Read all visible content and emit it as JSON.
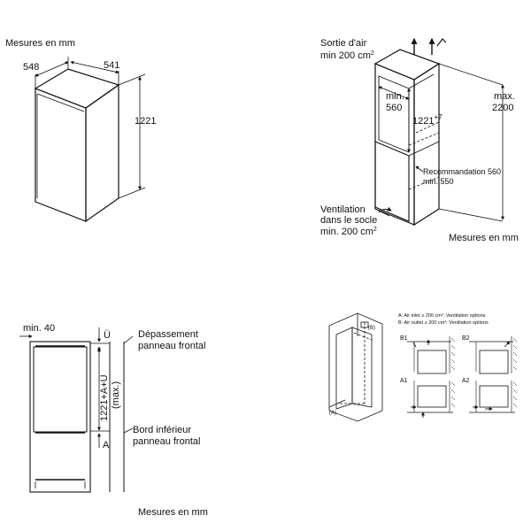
{
  "panel1": {
    "caption": "Mesures en mm",
    "width": "548",
    "depth": "541",
    "height": "1221"
  },
  "panel2": {
    "air_out_1": "Sortie d'air",
    "air_out_2": "min 200 cm",
    "air_out_sup": "2",
    "niche_min_1": "min.",
    "niche_min_2": "560",
    "niche_h": "1221",
    "niche_h_sup": "+7",
    "max_1": "max.",
    "max_2": "2200",
    "reco_1": "Recommandation 560",
    "reco_2": "min. 550",
    "vent_1": "Ventilation",
    "vent_2": "dans le socle",
    "vent_3": "min. 200 cm",
    "vent_sup": "2",
    "caption": "Mesures en mm"
  },
  "panel3": {
    "min40": "min. 40",
    "u_mark": "Ü",
    "depass_1": "Dépassement",
    "depass_2": "panneau frontal",
    "dim_1": "1221+A+Ü",
    "dim_2": "(max.)",
    "bord_1": "Bord inférieur",
    "bord_2": "panneau frontal",
    "a_mark": "A",
    "caption": "Mesures en mm"
  },
  "panel4": {
    "legend_a": "A: Air inlet ≥ 200 cm²: Ventilation options",
    "legend_b": "B: Air outlet ≥ 200 cm²: Ventilation options",
    "label_b_top": "(B)",
    "label_a_bottom": "(A)",
    "b1": "B1",
    "b2": "B2",
    "a1": "A1",
    "a2": "A2"
  }
}
